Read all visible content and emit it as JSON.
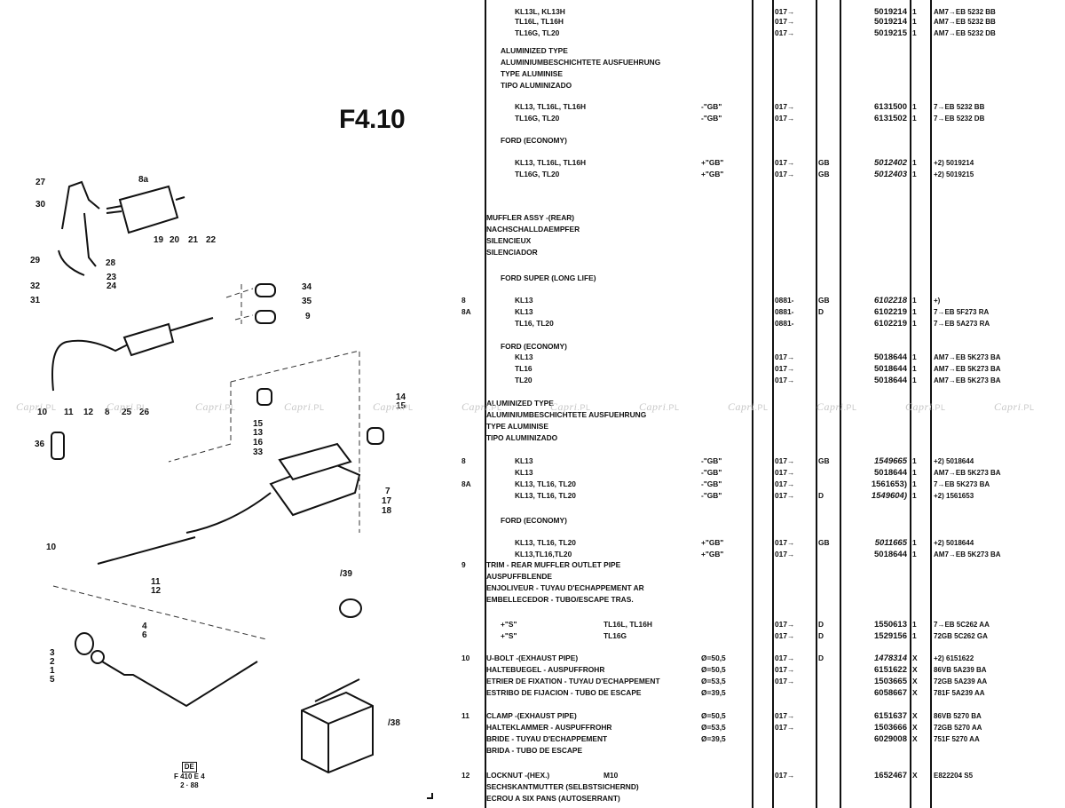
{
  "page": {
    "title": "F4.10",
    "footer": {
      "lang_box": "DE",
      "code": "F 410 E 4",
      "date": "2 · 88"
    },
    "watermark": {
      "brand": "Capri",
      "suffix": ".PL"
    }
  },
  "diagram": {
    "callouts": [
      "27",
      "30",
      "8a",
      "19",
      "20",
      "21",
      "22",
      "29",
      "28",
      "23",
      "24",
      "32",
      "31",
      "34",
      "35",
      "9",
      "10",
      "11",
      "12",
      "8",
      "25",
      "26",
      "36",
      "14",
      "15",
      "15",
      "13",
      "16",
      "33",
      "7",
      "17",
      "18",
      "10",
      "11",
      "12",
      "4",
      "6",
      "3",
      "2",
      "1",
      "5",
      "/39",
      "/38"
    ]
  },
  "parts_list": {
    "rows": [
      {
        "ref": "",
        "desc": "KL13L, KL13H",
        "indent": 2,
        "opt": "",
        "note": "",
        "date": "017→",
        "ctry": "",
        "pn": "5019214",
        "italic": false,
        "qty": "1",
        "eng": "AM7→EB 5232 BB"
      },
      {
        "ref": "",
        "desc": "TL16L, TL16H",
        "indent": 2,
        "opt": "",
        "note": "",
        "date": "017→",
        "ctry": "",
        "pn": "5019214",
        "italic": false,
        "qty": "1",
        "eng": "AM7→EB 5232 BB"
      },
      {
        "ref": "",
        "desc": "TL16G, TL20",
        "indent": 2,
        "opt": "",
        "note": "",
        "date": "017→",
        "ctry": "",
        "pn": "5019215",
        "italic": false,
        "qty": "1",
        "eng": "AM7→EB 5232 DB"
      },
      {
        "ref": "",
        "desc": "",
        "indent": 0
      },
      {
        "ref": "",
        "desc": "ALUMINIZED TYPE",
        "indent": 1
      },
      {
        "ref": "",
        "desc": "ALUMINIUMBESCHICHTETE AUSFUEHRUNG",
        "indent": 1
      },
      {
        "ref": "",
        "desc": "TYPE ALUMINISE",
        "indent": 1
      },
      {
        "ref": "",
        "desc": "TIPO ALUMINIZADO",
        "indent": 1
      },
      {
        "ref": "",
        "desc": "",
        "indent": 0
      },
      {
        "ref": "",
        "desc": "KL13, TL16L, TL16H",
        "indent": 2,
        "opt": "",
        "note": "-\"GB\"",
        "date": "017→",
        "ctry": "",
        "pn": "6131500",
        "italic": false,
        "qty": "1",
        "eng": "7→EB 5232 BB"
      },
      {
        "ref": "",
        "desc": "TL16G, TL20",
        "indent": 2,
        "opt": "",
        "note": "-\"GB\"",
        "date": "017→",
        "ctry": "",
        "pn": "6131502",
        "italic": false,
        "qty": "1",
        "eng": "7→EB 5232 DB"
      },
      {
        "ref": "",
        "desc": "",
        "indent": 0
      },
      {
        "ref": "",
        "desc": "FORD (ECONOMY)",
        "indent": 1
      },
      {
        "ref": "",
        "desc": "",
        "indent": 0
      },
      {
        "ref": "",
        "desc": "KL13, TL16L, TL16H",
        "indent": 2,
        "opt": "",
        "note": "+\"GB\"",
        "date": "017→",
        "ctry": "GB",
        "pn": "5012402",
        "italic": true,
        "qty": "1",
        "eng": "+2) 5019214"
      },
      {
        "ref": "",
        "desc": "TL16G, TL20",
        "indent": 2,
        "opt": "",
        "note": "+\"GB\"",
        "date": "017→",
        "ctry": "GB",
        "pn": "5012403",
        "italic": true,
        "qty": "1",
        "eng": "+2) 5019215"
      },
      {
        "ref": "",
        "desc": "",
        "indent": 0
      },
      {
        "ref": "",
        "desc": "",
        "indent": 0
      },
      {
        "ref": "",
        "desc": "MUFFLER ASSY -(REAR)",
        "indent": 0
      },
      {
        "ref": "",
        "desc": "NACHSCHALLDAEMPFER",
        "indent": 0
      },
      {
        "ref": "",
        "desc": "SILENCIEUX",
        "indent": 0
      },
      {
        "ref": "",
        "desc": "SILENCIADOR",
        "indent": 0
      },
      {
        "ref": "",
        "desc": "",
        "indent": 0
      },
      {
        "ref": "",
        "desc": "FORD SUPER (LONG LIFE)",
        "indent": 1
      },
      {
        "ref": "",
        "desc": "",
        "indent": 0
      },
      {
        "ref": "8",
        "desc": "KL13",
        "indent": 2,
        "opt": "",
        "note": "",
        "date": "0881-",
        "ctry": "GB",
        "pn": "6102218",
        "italic": true,
        "qty": "1",
        "eng": "+)"
      },
      {
        "ref": "8A",
        "desc": "KL13",
        "indent": 2,
        "opt": "",
        "note": "",
        "date": "0881-",
        "ctry": "D",
        "pn": "6102219",
        "italic": false,
        "qty": "1",
        "eng": "7→EB 5F273 RA"
      },
      {
        "ref": "",
        "desc": "TL16, TL20",
        "indent": 2,
        "opt": "",
        "note": "",
        "date": "0881-",
        "ctry": "",
        "pn": "6102219",
        "italic": false,
        "qty": "1",
        "eng": "7→EB 5A273 RA"
      },
      {
        "ref": "",
        "desc": "",
        "indent": 0
      },
      {
        "ref": "",
        "desc": "FORD (ECONOMY)",
        "indent": 1
      },
      {
        "ref": "",
        "desc": "KL13",
        "indent": 2,
        "opt": "",
        "note": "",
        "date": "017→",
        "ctry": "",
        "pn": "5018644",
        "italic": false,
        "qty": "1",
        "eng": "AM7→EB 5K273 BA"
      },
      {
        "ref": "",
        "desc": "TL16",
        "indent": 2,
        "opt": "",
        "note": "",
        "date": "017→",
        "ctry": "",
        "pn": "5018644",
        "italic": false,
        "qty": "1",
        "eng": "AM7→EB 5K273 BA"
      },
      {
        "ref": "",
        "desc": "TL20",
        "indent": 2,
        "opt": "",
        "note": "",
        "date": "017→",
        "ctry": "",
        "pn": "5018644",
        "italic": false,
        "qty": "1",
        "eng": "AM7→EB 5K273 BA"
      },
      {
        "ref": "",
        "desc": "",
        "indent": 0
      },
      {
        "ref": "",
        "desc": "ALUMINIZED TYPE",
        "indent": 0
      },
      {
        "ref": "",
        "desc": "ALUMINIUMBESCHICHTETE AUSFUEHRUNG",
        "indent": 0
      },
      {
        "ref": "",
        "desc": "TYPE ALUMINISE",
        "indent": 0
      },
      {
        "ref": "",
        "desc": "TIPO ALUMINIZADO",
        "indent": 0
      },
      {
        "ref": "",
        "desc": "",
        "indent": 0
      },
      {
        "ref": "",
        "desc": "",
        "indent": 0
      },
      {
        "ref": "8",
        "desc": "KL13",
        "indent": 2,
        "opt": "",
        "note": "-\"GB\"",
        "date": "017→",
        "ctry": "GB",
        "pn": "1549665",
        "italic": true,
        "qty": "1",
        "eng": "+2) 5018644"
      },
      {
        "ref": "",
        "desc": "KL13",
        "indent": 2,
        "opt": "",
        "note": "-\"GB\"",
        "date": "017→",
        "ctry": "",
        "pn": "5018644",
        "italic": false,
        "qty": "1",
        "eng": "AM7→EB 5K273 BA"
      },
      {
        "ref": "8A",
        "desc": "KL13, TL16, TL20",
        "indent": 2,
        "opt": "",
        "note": "-\"GB\"",
        "date": "017→",
        "ctry": "",
        "pn": "1561653)",
        "italic": false,
        "qty": "1",
        "eng": "7→EB 5K273 BA"
      },
      {
        "ref": "",
        "desc": "KL13, TL16, TL20",
        "indent": 2,
        "opt": "",
        "note": "-\"GB\"",
        "date": "017→",
        "ctry": "D",
        "pn": "1549604)",
        "italic": true,
        "qty": "1",
        "eng": "+2) 1561653"
      },
      {
        "ref": "",
        "desc": "",
        "indent": 0
      },
      {
        "ref": "",
        "desc": "FORD (ECONOMY)",
        "indent": 1
      },
      {
        "ref": "",
        "desc": "",
        "indent": 0
      },
      {
        "ref": "",
        "desc": "KL13, TL16, TL20",
        "indent": 2,
        "opt": "",
        "note": "+\"GB\"",
        "date": "017→",
        "ctry": "GB",
        "pn": "5011665",
        "italic": true,
        "qty": "1",
        "eng": "+2) 5018644"
      },
      {
        "ref": "",
        "desc": "KL13,TL16,TL20",
        "indent": 2,
        "opt": "",
        "note": "+\"GB\"",
        "date": "017→",
        "ctry": "",
        "pn": "5018644",
        "italic": false,
        "qty": "1",
        "eng": "AM7→EB 5K273 BA"
      },
      {
        "ref": "9",
        "desc": "TRIM - REAR MUFFLER OUTLET PIPE",
        "indent": 0
      },
      {
        "ref": "",
        "desc": "AUSPUFFBLENDE",
        "indent": 0
      },
      {
        "ref": "",
        "desc": "ENJOLIVEUR - TUYAU D'ECHAPPEMENT AR",
        "indent": 0
      },
      {
        "ref": "",
        "desc": "EMBELLECEDOR - TUBO/ESCAPE TRAS.",
        "indent": 0
      },
      {
        "ref": "",
        "desc": "",
        "indent": 0
      },
      {
        "ref": "",
        "desc": "+\"S\"",
        "indent": 1,
        "opt": "TL16L, TL16H",
        "note": "",
        "date": "017→",
        "ctry": "D",
        "pn": "1550613",
        "italic": false,
        "qty": "1",
        "eng": "7→EB 5C262 AA"
      },
      {
        "ref": "",
        "desc": "+\"S\"",
        "indent": 1,
        "opt": "TL16G",
        "note": "",
        "date": "017→",
        "ctry": "D",
        "pn": "1529156",
        "italic": false,
        "qty": "1",
        "eng": "72GB 5C262 GA"
      },
      {
        "ref": "",
        "desc": "",
        "indent": 0
      },
      {
        "ref": "10",
        "desc": "U-BOLT -(EXHAUST PIPE)",
        "indent": 0,
        "opt": "",
        "note": "Ø=50,5",
        "date": "017→",
        "ctry": "D",
        "pn": "1478314",
        "italic": true,
        "qty": "X",
        "eng": "+2) 6151622"
      },
      {
        "ref": "",
        "desc": "HALTEBUEGEL - AUSPUFFROHR",
        "indent": 0,
        "opt": "",
        "note": "Ø=50,5",
        "date": "017→",
        "ctry": "",
        "pn": "6151622",
        "italic": false,
        "qty": "X",
        "eng": "86VB 5A239 BA"
      },
      {
        "ref": "",
        "desc": "ETRIER DE FIXATION - TUYAU D'ECHAPPEMENT",
        "indent": 0,
        "opt": "",
        "note": "Ø=53,5",
        "date": "017→",
        "ctry": "",
        "pn": "1503665",
        "italic": false,
        "qty": "X",
        "eng": "72GB 5A239 AA"
      },
      {
        "ref": "",
        "desc": "ESTRIBO DE FIJACION - TUBO DE ESCAPE",
        "indent": 0,
        "opt": "",
        "note": "Ø=39,5",
        "date": "",
        "ctry": "",
        "pn": "6058667",
        "italic": false,
        "qty": "X",
        "eng": "781F 5A239 AA"
      },
      {
        "ref": "",
        "desc": "",
        "indent": 0
      },
      {
        "ref": "11",
        "desc": "CLAMP -(EXHAUST PIPE)",
        "indent": 0,
        "opt": "",
        "note": "Ø=50,5",
        "date": "017→",
        "ctry": "",
        "pn": "6151637",
        "italic": false,
        "qty": "X",
        "eng": "86VB 5270 BA"
      },
      {
        "ref": "",
        "desc": "HALTEKLAMMER - AUSPUFFROHR",
        "indent": 0,
        "opt": "",
        "note": "Ø=53,5",
        "date": "017→",
        "ctry": "",
        "pn": "1503666",
        "italic": false,
        "qty": "X",
        "eng": "72GB 5270 AA"
      },
      {
        "ref": "",
        "desc": "BRIDE - TUYAU D'ECHAPPEMENT",
        "indent": 0,
        "opt": "",
        "note": "Ø=39,5",
        "date": "",
        "ctry": "",
        "pn": "6029008",
        "italic": false,
        "qty": "X",
        "eng": "751F 5270 AA"
      },
      {
        "ref": "",
        "desc": "BRIDA - TUBO DE ESCAPE",
        "indent": 0
      },
      {
        "ref": "",
        "desc": "",
        "indent": 0
      },
      {
        "ref": "12",
        "desc": "LOCKNUT -(HEX.)",
        "indent": 0,
        "opt": "M10",
        "note": "",
        "date": "017→",
        "ctry": "",
        "pn": "1652467",
        "italic": false,
        "qty": "X",
        "eng": "E822204 S5"
      },
      {
        "ref": "",
        "desc": "SECHSKANTMUTTER (SELBSTSICHERND)",
        "indent": 0
      },
      {
        "ref": "",
        "desc": "ECROU A SIX PANS (AUTOSERRANT)",
        "indent": 0
      }
    ]
  }
}
